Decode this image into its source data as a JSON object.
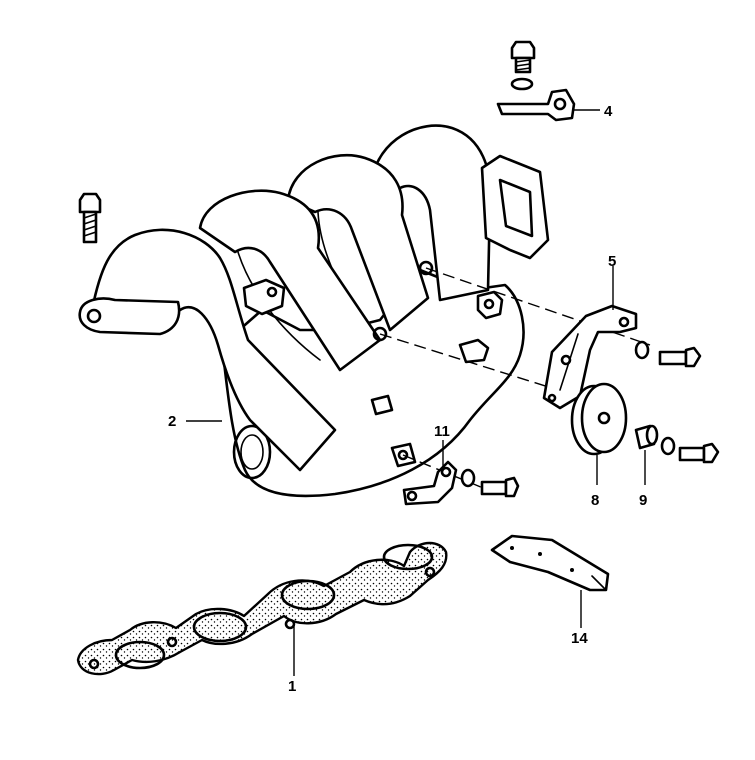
{
  "callouts": {
    "c1": "1",
    "c2": "2",
    "c4": "4",
    "c5": "5",
    "c8": "8",
    "c9": "9",
    "c11": "11",
    "c14": "14"
  },
  "colors": {
    "line": "#000000",
    "background": "#ffffff",
    "gasket_fill": "#e6e6e6"
  }
}
